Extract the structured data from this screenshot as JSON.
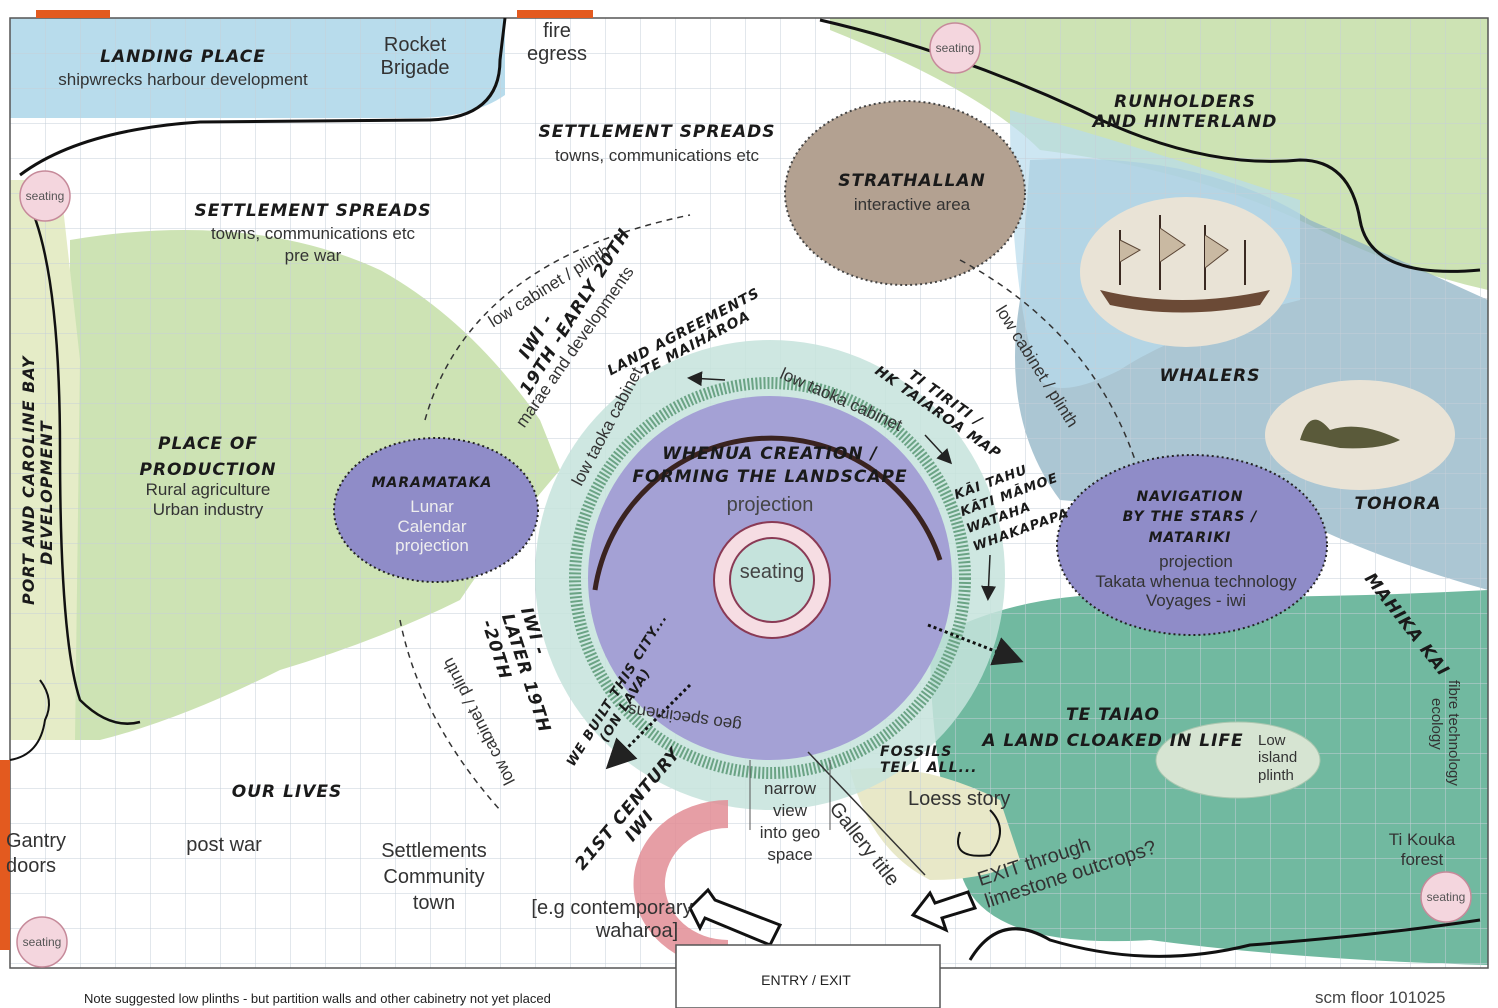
{
  "zones": {
    "landing_place": {
      "title": "LANDING PLACE",
      "sub": "shipwrecks harbour development"
    },
    "rocket_brigade": [
      "Rocket",
      "Brigade"
    ],
    "fire_egress": [
      "fire",
      "egress"
    ],
    "settlement_top": {
      "title": "SETTLEMENT SPREADS",
      "sub": "towns, communications etc"
    },
    "settlement_left": {
      "title": "SETTLEMENT SPREADS",
      "sub": "towns, communications etc",
      "sub2": "pre war"
    },
    "runholders": [
      "RUNHOLDERS",
      "AND HINTERLAND"
    ],
    "strathallan": {
      "title": "STRATHALLAN",
      "sub": "interactive area"
    },
    "whalers": "WHALERS",
    "tohora": "TOHORA",
    "mahika_kai": "MAHIKA KAI",
    "port": [
      "PORT AND CAROLINE BAY",
      "DEVELOPMENT"
    ],
    "production": {
      "title": [
        "PLACE OF",
        "PRODUCTION"
      ],
      "sub": [
        "Rural agriculture",
        "Urban industry"
      ]
    },
    "maramataka": {
      "title": "MARAMATAKA",
      "sub": [
        "Lunar",
        "Calendar",
        "projection"
      ]
    },
    "whenua": {
      "title": [
        "WHENUA CREATION /",
        "FORMING THE LANDSCAPE"
      ],
      "sub": "projection",
      "seating": "seating",
      "geo": "geo specimens"
    },
    "navigation": {
      "title": [
        "NAVIGATION",
        "BY THE STARS /",
        "MATARIKI"
      ],
      "sub": [
        "projection",
        "Takata whenua technology",
        "Voyages - iwi"
      ]
    },
    "te_taiao": [
      "TE TAIAO",
      "A LAND CLOAKED IN LIFE"
    ],
    "low_island": [
      "Low",
      "island",
      "plinth"
    ],
    "fibre": [
      "fibre technology",
      "ecology"
    ],
    "ti_kouka": [
      "Ti Kouka",
      "forest"
    ],
    "fossils": [
      "FOSSILS",
      "TELL ALL..."
    ],
    "loess": "Loess story",
    "gallery_title": "Gallery title",
    "exit_limestone": [
      "EXIT through",
      "limestone outcrops?"
    ],
    "narrow_view": [
      "narrow",
      "view",
      "into geo",
      "space"
    ],
    "century21": [
      "21ST CENTURY",
      "IWI"
    ],
    "waharoa": [
      "[e.g contemporary",
      "waharoa]"
    ],
    "we_built": [
      "WE BUILT THIS CITY...",
      "(ON LAVA)"
    ],
    "our_lives": {
      "title": "OUR LIVES",
      "post_war": "post war"
    },
    "settlements_community": [
      "Settlements",
      "Community",
      "town"
    ],
    "gantry": [
      "Gantry",
      "doors"
    ],
    "iwi_early": [
      "IWI -",
      "19TH -EARLY 20TH"
    ],
    "marae": "marae and developments",
    "iwi_later": [
      "IWI -",
      "LATER 19TH",
      "-20TH"
    ],
    "land_agreements": [
      "LAND AGREEMENTS",
      "TE MAIHĀROA"
    ],
    "ti_tiriti": [
      "TI TIRITI /",
      "HK TAIAROA MAP"
    ],
    "kai_tahu": [
      "KĀI TAHU",
      "KĀTI MĀMOE",
      "WATAHA",
      "WHAKAPAPA"
    ],
    "low_cabinet": "low cabinet / plinth",
    "low_taoka": "low taoka cabinet",
    "seating": "seating"
  },
  "entry_exit": "ENTRY / EXIT",
  "note": "Note suggested low plinths - but partition walls and other cabinetry not yet placed",
  "floor_ref": "scm floor 101025",
  "colors": {
    "blue": "#b8dcec",
    "green": "#cde3b4",
    "teal": "#58ad8f",
    "slate": "#8fb3c4",
    "purple": "#9f9ed1",
    "brown": "#b3a191",
    "pink": "#f6dde3",
    "orange": "#e35a1f"
  }
}
